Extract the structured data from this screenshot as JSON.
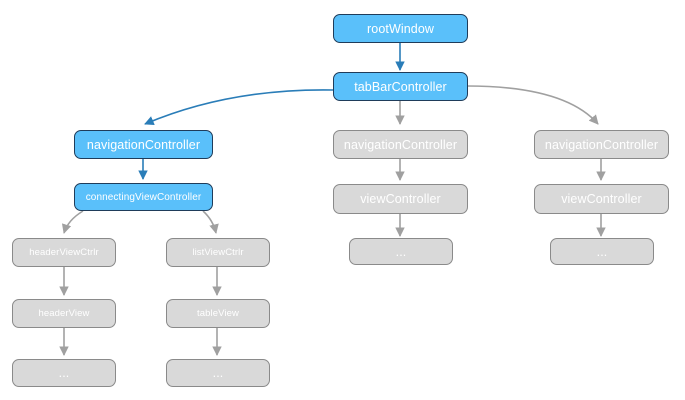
{
  "colors": {
    "active_fill": "#5ac0fa",
    "active_border": "#1f3c5a",
    "inactive_fill": "#d9d9d9",
    "inactive_border": "#8a8a8a",
    "active_arrow": "#2a7db8",
    "inactive_arrow": "#a0a0a0"
  },
  "nodes": {
    "root_window": "rootWindow",
    "tab_bar_controller": "tabBarController",
    "nav_controller_1": "navigationController",
    "nav_controller_2": "navigationController",
    "nav_controller_3": "navigationController",
    "connecting_view_controller": "connectingViewController",
    "view_controller_2": "viewController",
    "view_controller_3": "viewController",
    "header_view_ctrlr": "headerViewCtrlr",
    "list_view_ctrlr": "listViewCtrlr",
    "header_view": "headerView",
    "table_view": "tableView",
    "ellipsis_1": "...",
    "ellipsis_2": "...",
    "ellipsis_3": "...",
    "ellipsis_4": "..."
  }
}
